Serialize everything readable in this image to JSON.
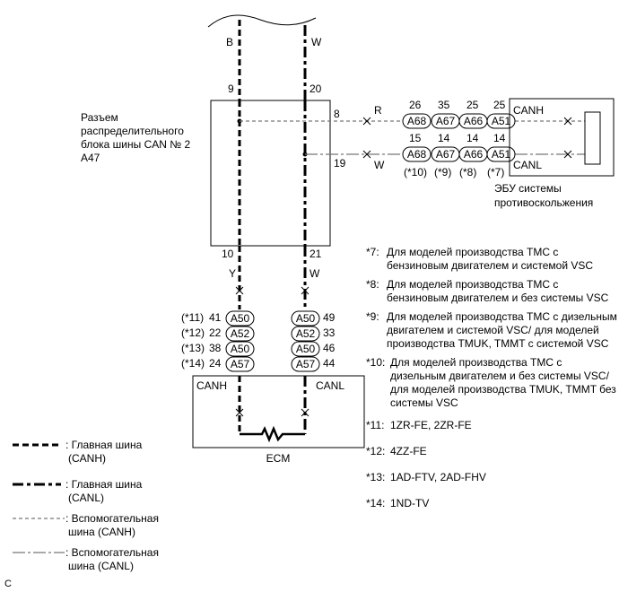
{
  "wires_top": {
    "left_color": "B",
    "right_color": "W"
  },
  "junction": {
    "label_lines": [
      "Разъем",
      "распределительного",
      "блока шины CAN № 2",
      "A47"
    ],
    "pin_top_left": "9",
    "pin_top_right": "20",
    "pin_canh": "8",
    "pin_canl": "19",
    "pin_bottom_left": "10",
    "pin_bottom_right": "21"
  },
  "sub_wires": {
    "canh_color": "R",
    "canl_color": "W"
  },
  "connectors_right": {
    "top_pins": [
      "26",
      "35",
      "25",
      "25"
    ],
    "bottom_pins": [
      "15",
      "14",
      "14",
      "14"
    ],
    "names": [
      "A68",
      "A67",
      "A66",
      "A51"
    ],
    "variants": [
      "(*10)",
      "(*9)",
      "(*8)",
      "(*7)"
    ]
  },
  "vsc_ecu": {
    "canh": "CANH",
    "canl": "CANL",
    "label_lines": [
      "ЭБУ системы",
      "противоскольжения"
    ]
  },
  "wires_bottom": {
    "left_color": "Y",
    "right_color": "W"
  },
  "ecm_connectors": {
    "variants": [
      "(*11)",
      "(*12)",
      "(*13)",
      "(*14)"
    ],
    "left_pins": [
      "41",
      "22",
      "38",
      "24"
    ],
    "left_names": [
      "A50",
      "A52",
      "A50",
      "A57"
    ],
    "right_names": [
      "A50",
      "A52",
      "A50",
      "A57"
    ],
    "right_pins": [
      "49",
      "33",
      "46",
      "44"
    ]
  },
  "ecm": {
    "canh": "CANH",
    "canl": "CANL",
    "label": "ECM"
  },
  "legend": [
    {
      "lines": [
        ": Главная шина",
        "(CANH)"
      ]
    },
    {
      "lines": [
        ": Главная шина",
        "(CANL)"
      ]
    },
    {
      "lines": [
        ": Вспомогательная",
        "шина (CANH)"
      ]
    },
    {
      "lines": [
        ": Вспомогательная",
        "шина (CANL)"
      ]
    }
  ],
  "notes": [
    {
      "tag": "*7:",
      "text": "Для моделей производства TMC с бензиновым двигателем и системой VSC"
    },
    {
      "tag": "*8:",
      "text": "Для моделей производства TMC с бензиновым двигателем и без системы VSC"
    },
    {
      "tag": "*9:",
      "text": "Для моделей производства TMC с дизельным двигателем и системой VSC/ для моделей производства TMUK, TMMT с системой VSC"
    },
    {
      "tag": "*10:",
      "text": "Для моделей производства TMC с дизельным двигателем и без системы VSC/ для моделей производства TMUK, TMMT без системы VSC"
    },
    {
      "tag": "*11:",
      "text": "1ZR-FE, 2ZR-FE"
    },
    {
      "tag": "*12:",
      "text": "4ZZ-FE"
    },
    {
      "tag": "*13:",
      "text": "1AD-FTV, 2AD-FHV"
    },
    {
      "tag": "*14:",
      "text": "1ND-TV"
    }
  ],
  "footer_code": "C"
}
